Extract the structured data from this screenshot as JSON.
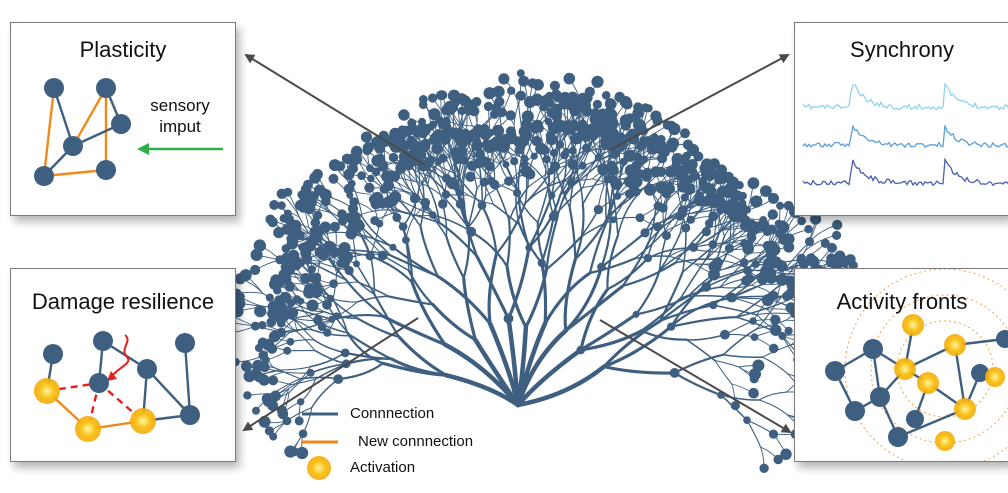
{
  "panels": {
    "plasticity": {
      "title": "Plasticity",
      "sensory_line1": "sensory",
      "sensory_line2": "imput"
    },
    "damage": {
      "title": "Damage resilience"
    },
    "synchrony": {
      "title": "Synchrony"
    },
    "fronts": {
      "title": "Activity fronts"
    }
  },
  "legend": {
    "connection": "Connnection",
    "new_connection": "New connnection",
    "activation": "Activation"
  },
  "colors": {
    "node": "#3e5f80",
    "connection": "#3e5f80",
    "new_connection": "#f08a1c",
    "activation": "#f7c21a",
    "sensory_arrow": "#2db04a",
    "damage": "#e3201b",
    "arrow": "#4a4a4a",
    "sync_traces": [
      "#8fd3f0",
      "#5c9fd8",
      "#4b5fae"
    ]
  }
}
